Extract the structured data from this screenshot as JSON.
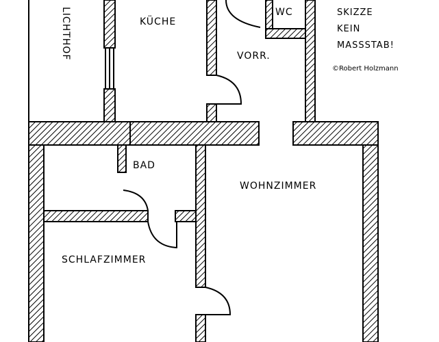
{
  "rooms": {
    "lichthof": "LICHTHOF",
    "kueche": "KÜCHE",
    "wc": "WC",
    "vorr": "VORR.",
    "bad": "BAD",
    "wohnzimmer": "WOHNZIMMER",
    "schlafzimmer": "SCHLAFZIMMER"
  },
  "notes": {
    "line1": "SKIZZE",
    "line2": "KEIN",
    "line3": "MASSSTAB!",
    "copyright": "©Robert Holzmann"
  }
}
